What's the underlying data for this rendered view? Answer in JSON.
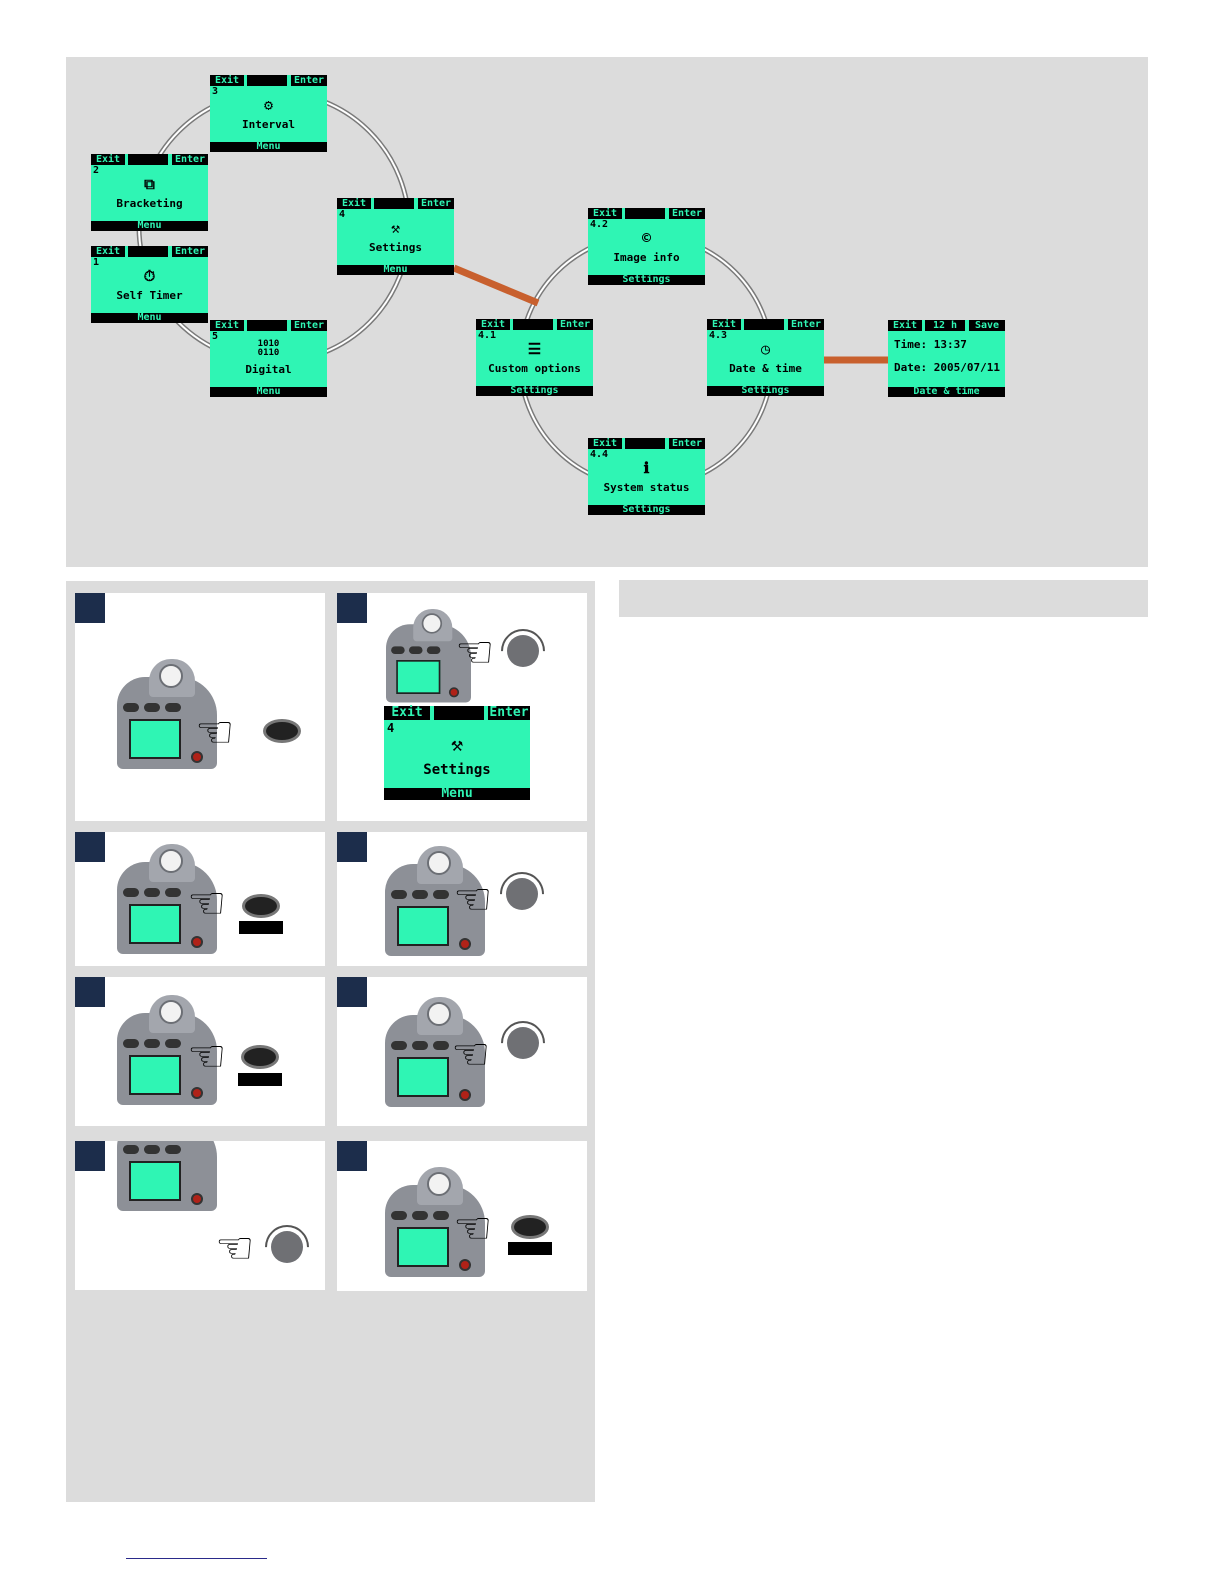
{
  "menu": {
    "softkeys": {
      "exit": "Exit",
      "enter": "Enter",
      "save": "Save",
      "hour_mode": "12 h"
    },
    "screens": [
      {
        "id": "1",
        "title": "Self Timer",
        "parent": "Menu",
        "icon": "self-timer-icon",
        "glyph": "⏱"
      },
      {
        "id": "2",
        "title": "Bracketing",
        "parent": "Menu",
        "icon": "bracketing-icon",
        "glyph": "⧉"
      },
      {
        "id": "3",
        "title": "Interval",
        "parent": "Menu",
        "icon": "interval-icon",
        "glyph": "⚙"
      },
      {
        "id": "4",
        "title": "Settings",
        "parent": "Menu",
        "icon": "settings-hammer-icon",
        "glyph": "⚒"
      },
      {
        "id": "5",
        "title": "Digital",
        "parent": "Menu",
        "icon": "digital-icon",
        "glyph": "1010\n0110"
      },
      {
        "id": "4.1",
        "title": "Custom options",
        "parent": "Settings",
        "icon": "custom-options-icon",
        "glyph": "☰"
      },
      {
        "id": "4.2",
        "title": "Image info",
        "parent": "Settings",
        "icon": "copyright-icon",
        "glyph": "©"
      },
      {
        "id": "4.3",
        "title": "Date & time",
        "parent": "Settings",
        "icon": "date-time-icon",
        "glyph": "◷"
      },
      {
        "id": "4.4",
        "title": "System status",
        "parent": "Settings",
        "icon": "info-icon",
        "glyph": "ℹ"
      }
    ],
    "date_time_screen": {
      "time_label": "Time:",
      "time_value": "13:37",
      "date_label": "Date:",
      "date_value": "2005/07/11",
      "parent": "Date & time"
    }
  },
  "colors": {
    "lcd": "#2ff5b4",
    "badge": "#1c2d4b",
    "panel": "#dcdcdc",
    "link_line": "#c8602e"
  },
  "steps": {
    "step2_screen": {
      "id": "4",
      "title": "Settings",
      "parent": "Menu",
      "exit": "Exit",
      "enter": "Enter"
    }
  }
}
